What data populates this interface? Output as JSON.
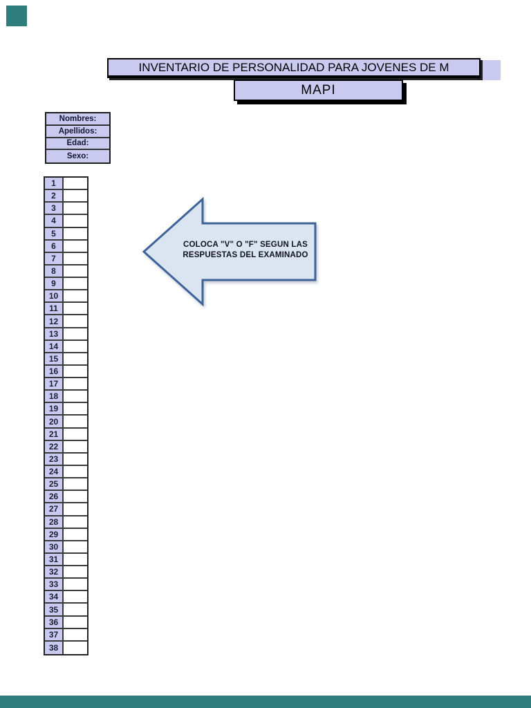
{
  "header": {
    "title": "INVENTARIO DE PERSONALIDAD PARA JOVENES DE M",
    "subtitle": "MAPI"
  },
  "student_info": {
    "fields": [
      {
        "label": "Nombres:",
        "value": ""
      },
      {
        "label": "Apellidos:",
        "value": ""
      },
      {
        "label": "Edad:",
        "value": ""
      },
      {
        "label": "Sexo:",
        "value": ""
      }
    ]
  },
  "answers": {
    "first": 1,
    "last": 38,
    "numbers": [
      "1",
      "2",
      "3",
      "4",
      "5",
      "6",
      "7",
      "8",
      "9",
      "10",
      "11",
      "12",
      "13",
      "14",
      "15",
      "16",
      "17",
      "18",
      "19",
      "20",
      "21",
      "22",
      "23",
      "24",
      "25",
      "26",
      "27",
      "28",
      "29",
      "30",
      "31",
      "32",
      "33",
      "34",
      "35",
      "36",
      "37",
      "38"
    ],
    "cell_value": ""
  },
  "instruction_arrow": {
    "line1": "COLOCA \"V\" O \"F\" SEGUN LAS",
    "line2": "RESPUESTAS DEL EXAMINADO"
  },
  "colors": {
    "teal": "#2e7c7c",
    "lavender": "#cacaf0",
    "arrow_fill": "#dbe5f1",
    "arrow_border": "#3e6398"
  }
}
